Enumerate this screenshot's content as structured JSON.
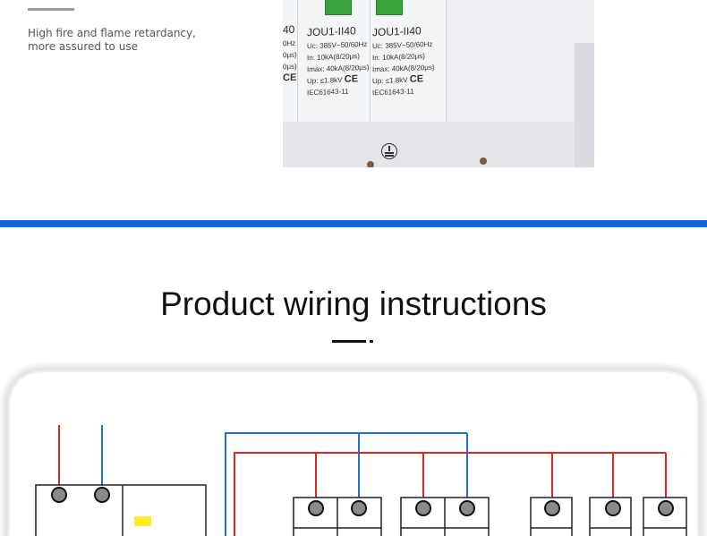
{
  "feature": {
    "line1": "High fire and flame retardancy,",
    "line2": "more assured to use"
  },
  "product_labels": {
    "partial_module": {
      "title": "40",
      "lines": [
        "0Hz",
        "0μs)",
        "0μs)"
      ],
      "ce": "CE"
    },
    "module_1": {
      "title": "JOU1-II40",
      "lines": [
        "Uc: 385V~50/60Hz",
        "In:    10kA(8/20μs)",
        "Imax: 40kA(8/20μs)",
        "Up: ≤1.8kV"
      ],
      "ce": "CE",
      "standard": "IEC61643-11"
    },
    "module_2": {
      "title": "JOU1-II40",
      "lines": [
        "Uc: 385V~50/60Hz",
        "In:    10kA(8/20μs)",
        "Imax: 40kA(8/20μs)",
        "Up: ≤1.8kV"
      ],
      "ce": "CE",
      "standard": "IEC61643-11"
    }
  },
  "section": {
    "title": "Product wiring instructions"
  },
  "colors": {
    "accent_blue": "#0e67d8",
    "wire_red": "#e02424",
    "wire_blue": "#1f6fd6",
    "indicator_window": "#37a33a",
    "indicator_yellow": "#ffe92e"
  }
}
